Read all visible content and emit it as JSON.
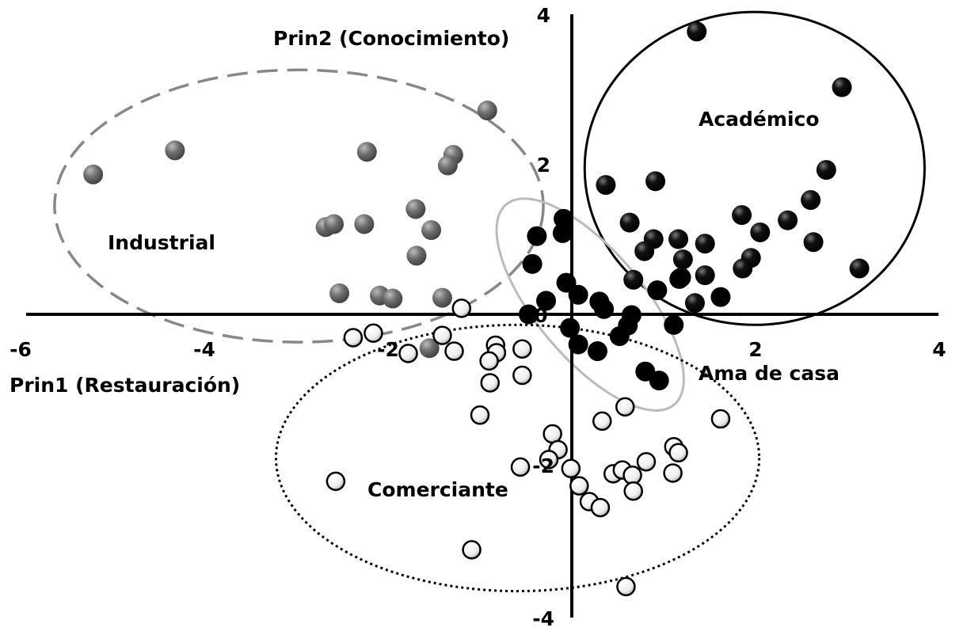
{
  "chart_data": {
    "type": "scatter",
    "title": "",
    "xlabel": "Prin1 (Restauración)",
    "ylabel": "Prin2 (Conocimiento)",
    "xlim": [
      -6,
      4
    ],
    "ylim": [
      -4,
      4
    ],
    "x_ticks": [
      "-6",
      "-4",
      "-2",
      "0",
      "2",
      "4"
    ],
    "y_ticks": [
      "4",
      "2",
      "0",
      "-2",
      "-4"
    ],
    "grid": false,
    "series": [
      {
        "name": "Académico",
        "color": "#111111",
        "points": [
          [
            1.36,
            3.76
          ],
          [
            2.94,
            3.02
          ],
          [
            0.37,
            1.72
          ],
          [
            0.91,
            1.77
          ],
          [
            2.77,
            1.92
          ],
          [
            2.6,
            1.52
          ],
          [
            0.63,
            1.22
          ],
          [
            0.89,
            1.0
          ],
          [
            1.16,
            1.0
          ],
          [
            1.45,
            0.94
          ],
          [
            0.79,
            0.84
          ],
          [
            1.85,
            1.32
          ],
          [
            2.05,
            1.09
          ],
          [
            2.35,
            1.25
          ],
          [
            2.63,
            0.96
          ],
          [
            1.21,
            0.73
          ],
          [
            1.95,
            0.75
          ],
          [
            1.86,
            0.61
          ],
          [
            3.13,
            0.61
          ],
          [
            0.67,
            0.46
          ],
          [
            1.19,
            0.49
          ],
          [
            1.45,
            0.52
          ],
          [
            1.34,
            0.15
          ]
        ],
        "enclosure": {
          "shape": "circle",
          "style": "solid",
          "cx": 1.99,
          "cy": 1.94,
          "rx": 1.85,
          "ry": 2.08,
          "stroke": "#000000"
        }
      },
      {
        "name": "Industrial",
        "color": "#6e6e6e",
        "points": [
          [
            -5.21,
            1.86
          ],
          [
            -4.32,
            2.18
          ],
          [
            -2.23,
            2.16
          ],
          [
            -0.92,
            2.71
          ],
          [
            -1.29,
            2.12
          ],
          [
            -1.35,
            1.98
          ],
          [
            -2.68,
            1.16
          ],
          [
            -2.59,
            1.2
          ],
          [
            -2.26,
            1.2
          ],
          [
            -1.7,
            1.4
          ],
          [
            -1.53,
            1.12
          ],
          [
            -1.69,
            0.78
          ],
          [
            -2.53,
            0.28
          ],
          [
            -2.09,
            0.25
          ],
          [
            -1.95,
            0.21
          ],
          [
            -1.41,
            0.22
          ],
          [
            -1.55,
            -0.45
          ]
        ],
        "enclosure": {
          "shape": "ellipse",
          "style": "dashed",
          "cx": -2.97,
          "cy": 1.44,
          "rx": 2.66,
          "ry": 1.81,
          "stroke": "#888888"
        }
      },
      {
        "name": "Ama de casa",
        "color": "#bdbdbd",
        "points": [
          [
            -0.09,
            1.27
          ],
          [
            -0.1,
            1.08
          ],
          [
            -0.38,
            1.04
          ],
          [
            -0.43,
            0.67
          ],
          [
            -0.06,
            0.42
          ],
          [
            0.07,
            0.26
          ],
          [
            0.3,
            0.17
          ],
          [
            0.35,
            0.07
          ],
          [
            -0.47,
            0.0
          ],
          [
            -0.28,
            0.18
          ],
          [
            -0.02,
            -0.18
          ],
          [
            0.07,
            -0.4
          ],
          [
            0.28,
            -0.49
          ],
          [
            0.61,
            -0.15
          ],
          [
            0.65,
            -0.01
          ],
          [
            0.52,
            -0.29
          ],
          [
            1.11,
            -0.14
          ],
          [
            0.93,
            0.32
          ],
          [
            1.17,
            0.47
          ],
          [
            1.62,
            0.23
          ],
          [
            0.8,
            -0.76
          ],
          [
            0.95,
            -0.88
          ]
        ],
        "enclosure": {
          "shape": "rotated-ellipse",
          "style": "solid",
          "cx": 0.2,
          "cy": 0.13,
          "stroke": "#bbbbbb"
        }
      },
      {
        "name": "Comerciante",
        "color": "#f4f4f4",
        "points": [
          [
            -1.2,
            0.08
          ],
          [
            -2.38,
            -0.31
          ],
          [
            -2.16,
            -0.25
          ],
          [
            -1.78,
            -0.52
          ],
          [
            -1.41,
            -0.28
          ],
          [
            -1.28,
            -0.49
          ],
          [
            -0.83,
            -0.41
          ],
          [
            -0.82,
            -0.51
          ],
          [
            -0.9,
            -0.62
          ],
          [
            -0.89,
            -0.91
          ],
          [
            -0.54,
            -0.46
          ],
          [
            -0.54,
            -0.81
          ],
          [
            -1.0,
            -1.34
          ],
          [
            -0.21,
            -1.59
          ],
          [
            -0.15,
            -1.8
          ],
          [
            -0.25,
            -1.93
          ],
          [
            -0.56,
            -2.03
          ],
          [
            -0.01,
            -2.05
          ],
          [
            0.08,
            -2.28
          ],
          [
            0.19,
            -2.49
          ],
          [
            0.31,
            -2.57
          ],
          [
            0.33,
            -1.42
          ],
          [
            0.58,
            -1.23
          ],
          [
            0.45,
            -2.12
          ],
          [
            0.55,
            -2.07
          ],
          [
            0.66,
            -2.14
          ],
          [
            0.67,
            -2.35
          ],
          [
            0.81,
            -1.96
          ],
          [
            1.11,
            -1.76
          ],
          [
            1.16,
            -1.84
          ],
          [
            1.1,
            -2.11
          ],
          [
            1.62,
            -1.39
          ],
          [
            -2.57,
            -2.22
          ],
          [
            -1.09,
            -3.13
          ],
          [
            0.59,
            -3.62
          ]
        ],
        "enclosure": {
          "shape": "ellipse",
          "style": "dotted",
          "cx": -0.59,
          "cy": -1.91,
          "rx": 2.63,
          "ry": 1.77,
          "stroke": "#000000"
        }
      }
    ]
  }
}
